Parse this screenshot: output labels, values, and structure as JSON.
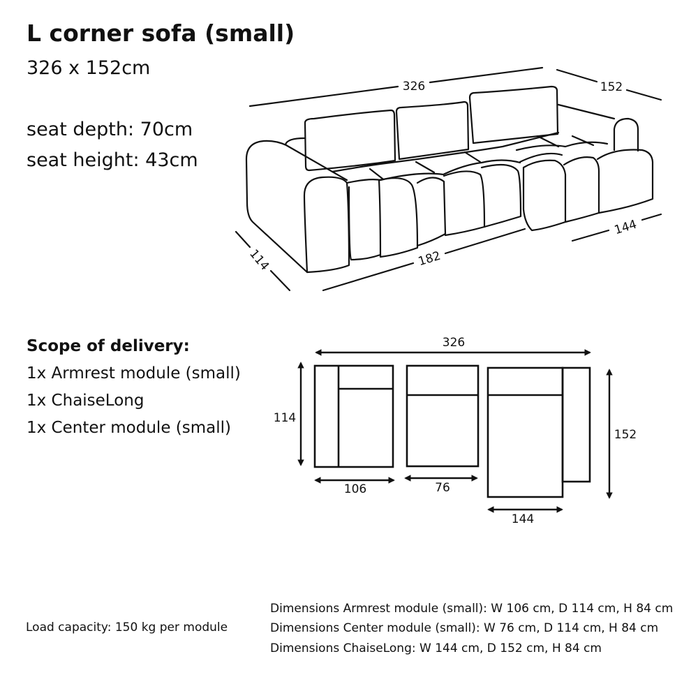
{
  "header": {
    "title": "L corner sofa (small)",
    "overall_size": "326 x 152cm",
    "seat_depth": "seat depth: 70cm",
    "seat_height": "seat height: 43cm"
  },
  "perspective_dimensions": {
    "width": "326",
    "depth": "152",
    "side_depth": "114",
    "front_width": "182",
    "chaise_width": "144"
  },
  "scope": {
    "heading": "Scope of delivery:",
    "items": [
      "1x Armrest module (small)",
      "1x ChaiseLong",
      "1x Center module (small)"
    ]
  },
  "plan_dimensions": {
    "total_width": "326",
    "module_depth": "114",
    "chaise_depth": "152",
    "armrest_width": "106",
    "center_width": "76",
    "chaise_width": "144"
  },
  "footer": {
    "load_capacity": "Load capacity: 150 kg per module",
    "dimensions": [
      "Dimensions Armrest module (small): W 106 cm, D 114 cm, H 84 cm",
      "Dimensions Center module (small): W 76 cm, D 114 cm, H 84 cm",
      "Dimensions ChaiseLong: W 144 cm, D 152 cm, H 84 cm"
    ]
  },
  "colors": {
    "ink": "#111111",
    "background": "#ffffff"
  }
}
